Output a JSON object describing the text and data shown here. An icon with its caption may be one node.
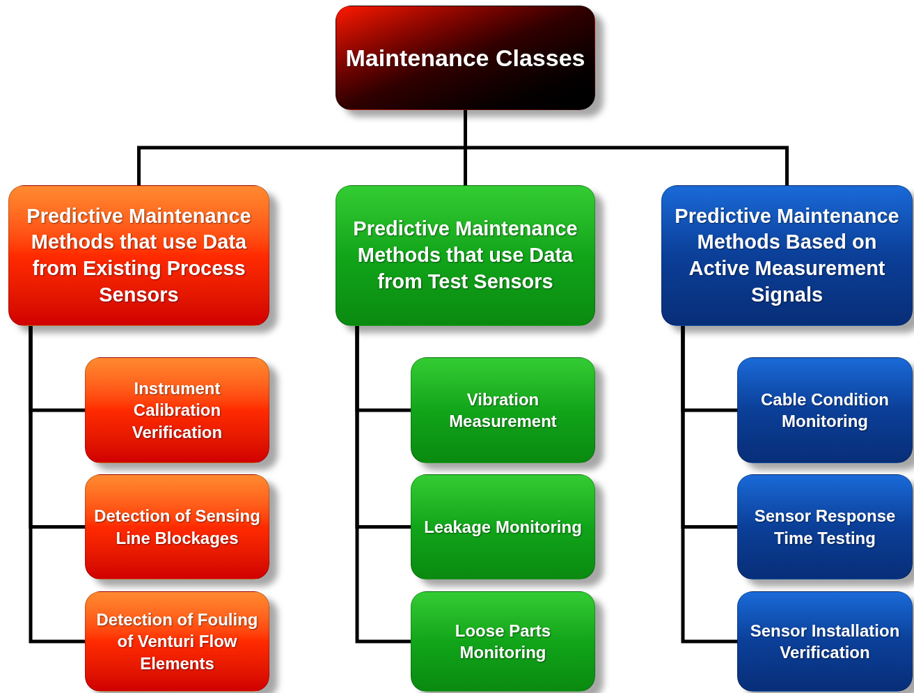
{
  "diagram": {
    "nodes": [
      {
        "text": [
          "Maintenance Classes"
        ]
      },
      {
        "text": [
          "Predictive Maintenance Methods that use Data from Existing Process Sensors"
        ]
      },
      {
        "text": [
          "Predictive Maintenance Methods that use Data from Test Sensors"
        ]
      },
      {
        "text": [
          "Predictive Maintenance Methods Based on Active Measurement Signals"
        ]
      },
      {
        "text": [
          "Instrument Calibration Verification"
        ]
      },
      {
        "text": [
          "Detection of Sensing Line Blockages"
        ]
      },
      {
        "text": [
          "Detection of Fouling of Venturi Flow Elements"
        ]
      },
      {
        "text": [
          "Vibration Measurement"
        ]
      },
      {
        "text": [
          "Leakage Monitoring"
        ]
      },
      {
        "text": [
          "Loose Parts Monitoring"
        ]
      },
      {
        "text": [
          "Cable Condition Monitoring"
        ]
      },
      {
        "text": [
          "Sensor Response Time Testing"
        ]
      },
      {
        "text": [
          "Sensor Installation Verification"
        ]
      }
    ],
    "edges": [
      {
        "from": 0,
        "to": 1,
        "arrow": "none"
      },
      {
        "from": 0,
        "to": 2,
        "arrow": "none"
      },
      {
        "from": 0,
        "to": 3,
        "arrow": "none"
      },
      {
        "from": 1,
        "to": 4,
        "arrow": "none"
      },
      {
        "from": 1,
        "to": 5,
        "arrow": "none"
      },
      {
        "from": 1,
        "to": 6,
        "arrow": "none"
      },
      {
        "from": 2,
        "to": 7,
        "arrow": "none"
      },
      {
        "from": 2,
        "to": 8,
        "arrow": "none"
      },
      {
        "from": 2,
        "to": 9,
        "arrow": "none"
      },
      {
        "from": 3,
        "to": 10,
        "arrow": "none"
      },
      {
        "from": 3,
        "to": 11,
        "arrow": "none"
      },
      {
        "from": 3,
        "to": 12,
        "arrow": "none"
      }
    ]
  }
}
